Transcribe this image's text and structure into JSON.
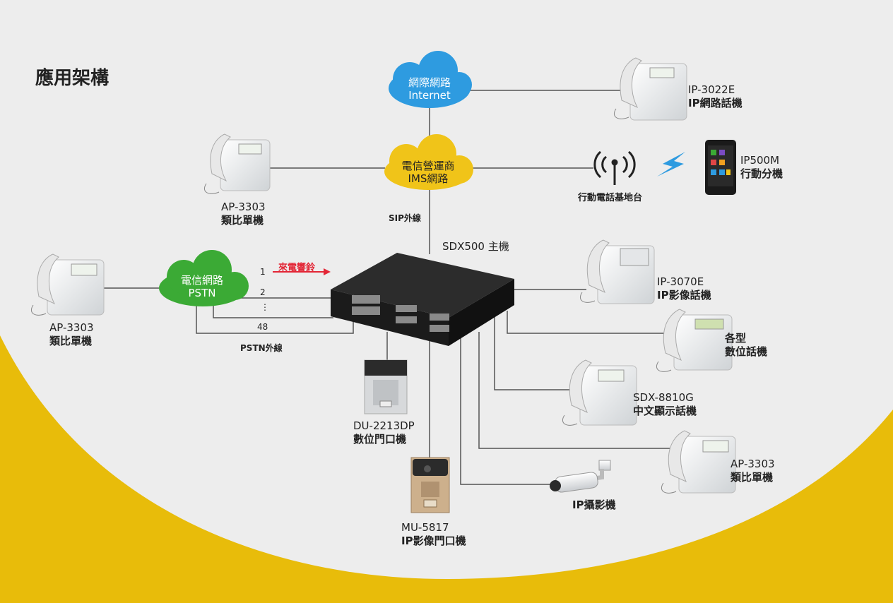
{
  "colors": {
    "yellow": "#E8BC0A",
    "background": "#EDEDED",
    "cloud_blue": "#2E9BE0",
    "cloud_yellow": "#F0C419",
    "cloud_green": "#3BAA35",
    "red_arrow": "#E32636",
    "line": "#555555"
  },
  "title": "應用架構",
  "clouds": {
    "internet": {
      "line1": "網際網路",
      "line2": "Internet"
    },
    "ims": {
      "line1": "電信營運商",
      "line2": "IMS網路"
    },
    "pstn": {
      "line1": "電信網路",
      "line2": "PSTN"
    }
  },
  "labels": {
    "sip_trunk": "SIP外線",
    "pstn_trunk": "PSTN外線",
    "host": "SDX500 主機",
    "incoming_ring": "來電響鈴",
    "line_numbers": [
      "1",
      "2",
      "⋮",
      "48"
    ]
  },
  "devices": {
    "ip3022e": {
      "model": "IP-3022E",
      "desc": "IP網路話機"
    },
    "ap3303_top": {
      "model": "AP-3303",
      "desc": "類比單機"
    },
    "base_station": {
      "desc": "行動電話基地台"
    },
    "ip500m": {
      "model": "IP500M",
      "desc": "行動分機"
    },
    "ap3303_left": {
      "model": "AP-3303",
      "desc": "類比單機"
    },
    "ip3070e": {
      "model": "IP-3070E",
      "desc": "IP影像話機"
    },
    "digital_phone": {
      "line1": "各型",
      "line2": "數位話機"
    },
    "sdx8810g": {
      "model": "SDX-8810G",
      "desc": "中文顯示話機"
    },
    "du2213dp": {
      "model": "DU-2213DP",
      "desc": "數位門口機"
    },
    "ap3303_right": {
      "model": "AP-3303",
      "desc": "類比單機"
    },
    "ip_camera": {
      "desc": "IP攝影機"
    },
    "mu5817": {
      "model": "MU-5817",
      "desc": "IP影像門口機"
    }
  }
}
